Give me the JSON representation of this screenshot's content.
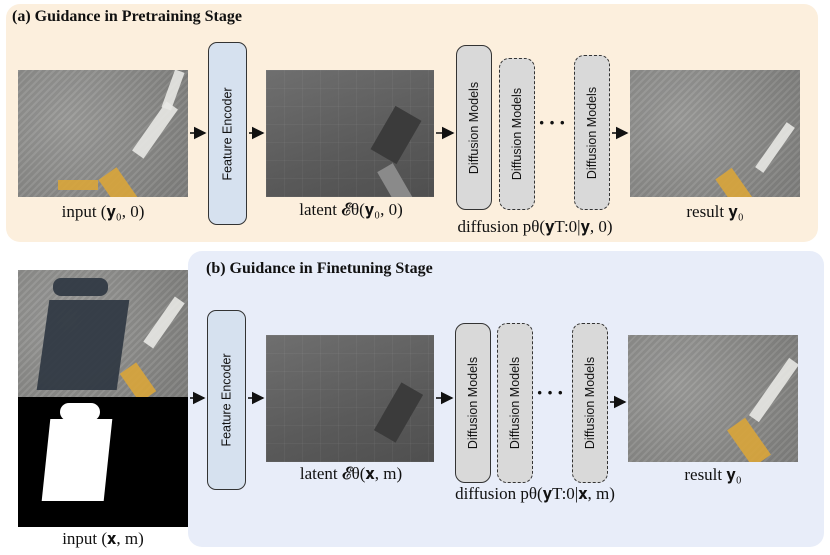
{
  "stage_a": {
    "title": "(a) Guidance in Pretraining Stage",
    "input_label": "input (𝐲₀, 0)",
    "encoder_label": "Feature Encoder",
    "latent_label": "latent 𝓔θ(𝐲₀, 0)",
    "diffusion_model_label": "Diffusion Models",
    "dots": "···",
    "diffusion_label": "diffusion pθ(𝐲T:0|𝐲, 0)",
    "result_label": "result 𝐲₀"
  },
  "stage_b": {
    "title": "(b) Guidance in Finetuning Stage",
    "input_label": "input (𝐱, m)",
    "encoder_label": "Feature Encoder",
    "latent_label": "latent 𝓔θ(𝐱, m)",
    "diffusion_model_label": "Diffusion Models",
    "dots": "···",
    "diffusion_label": "diffusion pθ(𝐲T:0|𝐱, m)",
    "result_label": "result 𝐲₀"
  },
  "colors": {
    "panel_a_bg": "#fcefdd",
    "panel_b_bg": "#e8edf9",
    "encoder_fill": "#d6e1ef",
    "diffusion_fill": "#d9d9d9"
  }
}
